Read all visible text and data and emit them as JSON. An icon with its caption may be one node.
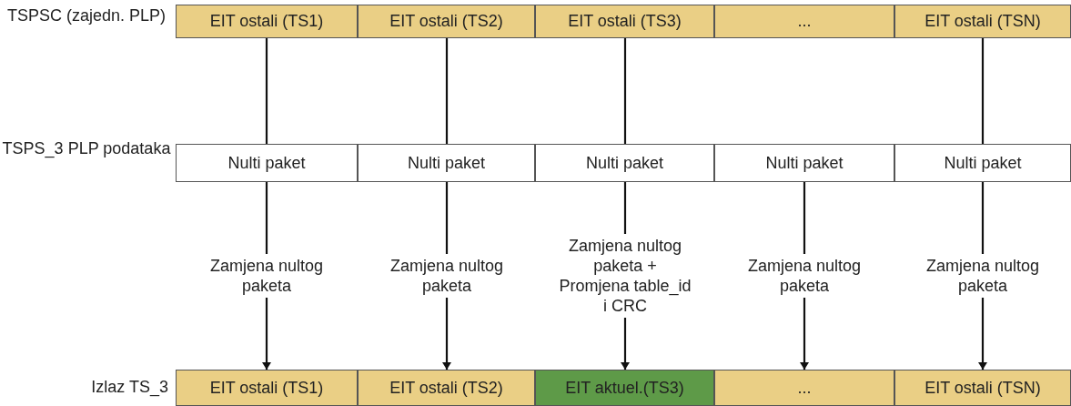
{
  "diagram": {
    "nodes": [
      {
        "text": [
          "EIT ostali (TS1)"
        ]
      },
      {
        "text": [
          "EIT ostali (TS2)"
        ]
      },
      {
        "text": [
          "EIT ostali (TS3)"
        ]
      },
      {
        "text": [
          "..."
        ]
      },
      {
        "text": [
          "EIT ostali (TSN)"
        ]
      },
      {
        "text": [
          "Nulti paket"
        ]
      },
      {
        "text": [
          "Nulti paket"
        ]
      },
      {
        "text": [
          "Nulti paket"
        ]
      },
      {
        "text": [
          "Nulti paket"
        ]
      },
      {
        "text": [
          "Nulti paket"
        ]
      },
      {
        "text": [
          "EIT ostali (TS1)"
        ]
      },
      {
        "text": [
          "EIT ostali (TS2)"
        ]
      },
      {
        "text": [
          "EIT aktuel.(TS3)"
        ]
      },
      {
        "text": [
          "..."
        ]
      },
      {
        "text": [
          "EIT ostali (TSN)"
        ]
      }
    ],
    "edges": [
      {
        "from": 0,
        "to": 5,
        "arrow": "none"
      },
      {
        "from": 1,
        "to": 6,
        "arrow": "none"
      },
      {
        "from": 2,
        "to": 7,
        "arrow": "none"
      },
      {
        "from": 4,
        "to": 9,
        "arrow": "none"
      },
      {
        "from": 5,
        "to": 10,
        "arrow": "to",
        "label": "Zamjena nultog paketa"
      },
      {
        "from": 6,
        "to": 11,
        "arrow": "to",
        "label": "Zamjena nultog paketa"
      },
      {
        "from": 7,
        "to": 12,
        "arrow": "to",
        "label": "Zamjena nultog paketa + Promjena table_id i CRC"
      },
      {
        "from": 8,
        "to": 13,
        "arrow": "to",
        "label": "Zamjena nultog paketa"
      },
      {
        "from": 9,
        "to": 14,
        "arrow": "to",
        "label": "Zamjena nultog paketa"
      }
    ],
    "labels": [
      "TSPSC (zajedn. PLP)",
      "TSPS_3 PLP podataka",
      "Izlaz TS_3"
    ]
  }
}
